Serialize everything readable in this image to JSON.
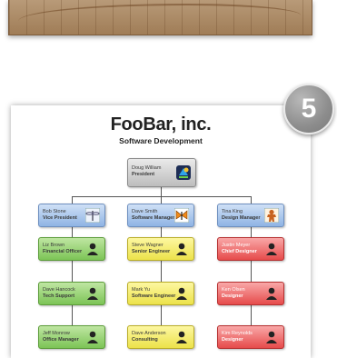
{
  "step_badge": "5",
  "org_chart": {
    "company": "FooBar, inc.",
    "department": "Software Development",
    "president": {
      "name": "Doug William",
      "role": "President"
    },
    "columns": [
      {
        "head": {
          "name": "Bob Stone",
          "role": "Vice President"
        },
        "reports": [
          {
            "name": "Liz Brown",
            "role": "Financial Officer"
          },
          {
            "name": "Dave Hancock",
            "role": "Tech Support"
          },
          {
            "name": "Jeff Monrow",
            "role": "Office Manager"
          }
        ]
      },
      {
        "head": {
          "name": "Dave Smith",
          "role": "Software Manager"
        },
        "reports": [
          {
            "name": "Steve Wagner",
            "role": "Senior Engineer"
          },
          {
            "name": "Mark Yu",
            "role": "Software Engineer"
          },
          {
            "name": "Dave Anderson",
            "role": "Consulting"
          }
        ]
      },
      {
        "head": {
          "name": "Tina King",
          "role": "Design Manager"
        },
        "reports": [
          {
            "name": "Justin Meyer",
            "role": "Chief Designer"
          },
          {
            "name": "Ken Olsen",
            "role": "Designer"
          },
          {
            "name": "Kim Reynolds",
            "role": "Designer"
          }
        ]
      }
    ]
  },
  "colors": {
    "president": "#d4d4d4",
    "managers": "#aac7ee",
    "column_1": "#9bd672",
    "column_2": "#f4ec6c",
    "column_3": "#ee6a6a"
  },
  "icons": {
    "president": "app-icon",
    "bob_stone": "dragonfly-icon",
    "dave_smith": "butterfly-icon",
    "tina_king": "gingerbread-icon",
    "staff": "person-silhouette-icon"
  }
}
